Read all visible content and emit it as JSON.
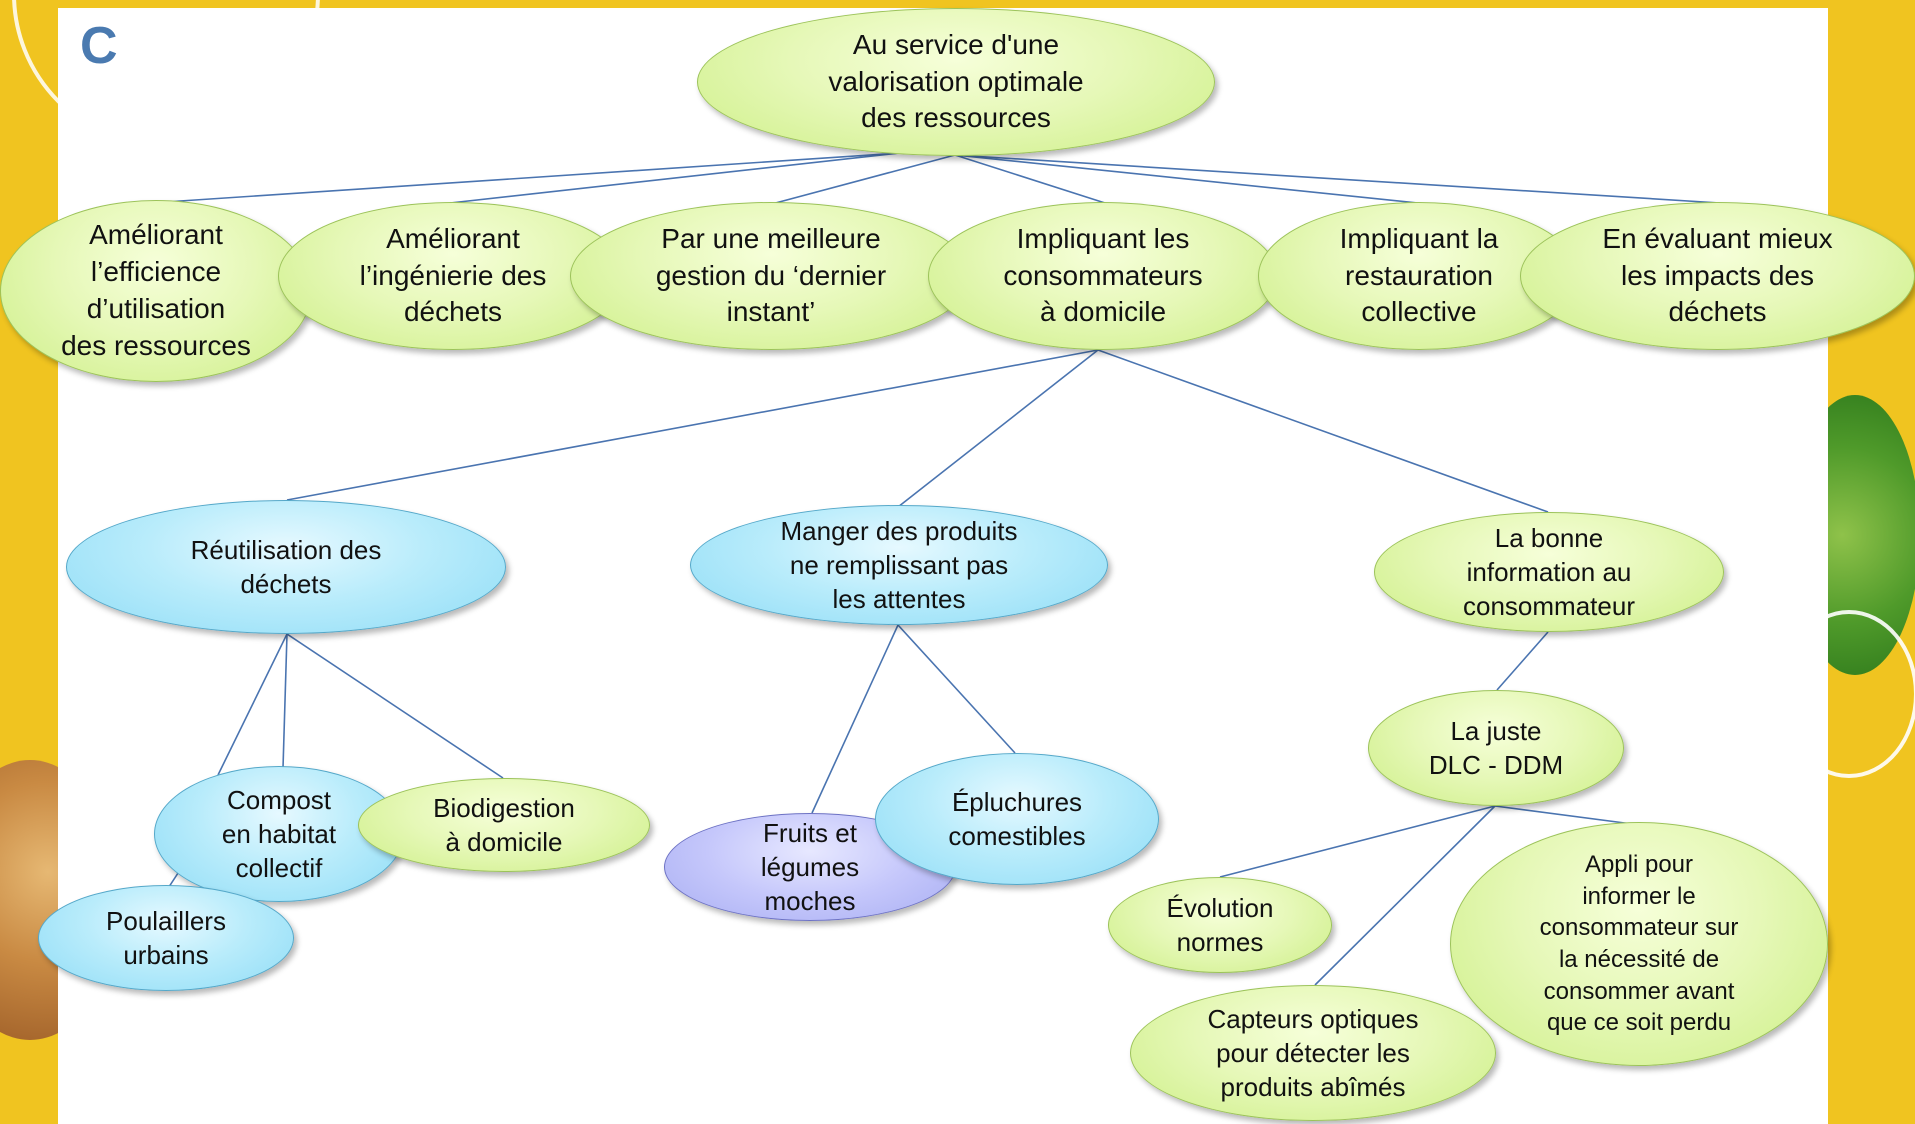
{
  "label": "C",
  "root": "Au service d'une\nvalorisation optimale\ndes ressources",
  "level1": [
    "Améliorant\nl’efficience\nd’utilisation\ndes ressources",
    "Améliorant\nl’ingénierie des\ndéchets",
    "Par une meilleure\ngestion du ‘dernier\ninstant’",
    "Impliquant les\nconsommateurs\nà domicile",
    "Impliquant la\nrestauration\ncollective",
    "En évaluant mieux\nles impacts des\ndéchets"
  ],
  "level2": [
    "Réutilisation des\ndéchets",
    "Manger des produits\nne remplissant pas\nles attentes",
    "La bonne\ninformation au\nconsommateur"
  ],
  "level3": {
    "compost": "Compost\nen habitat\ncollectif",
    "biodigestion": "Biodigestion\nà domicile",
    "poulaillers": "Poulaillers\nurbains",
    "fruits": "Fruits et\nlégumes\nmoches",
    "epluchures": "Épluchures\ncomestibles",
    "dlc": "La juste\nDLC - DDM",
    "evolution": "Évolution\nnormes",
    "capteurs": "Capteurs optiques\npour détecter les\nproduits abîmés",
    "appli": "Appli pour\ninformer le\nconsommateur sur\nla nécessité de\nconsommer avant\nque ce soit perdu"
  },
  "colors": {
    "green_node": "#e6f8b8",
    "blue_node": "#b9ecfb",
    "purple_node": "#c5c7fb",
    "connector": "#4a74b0",
    "background": "#f0c420"
  }
}
